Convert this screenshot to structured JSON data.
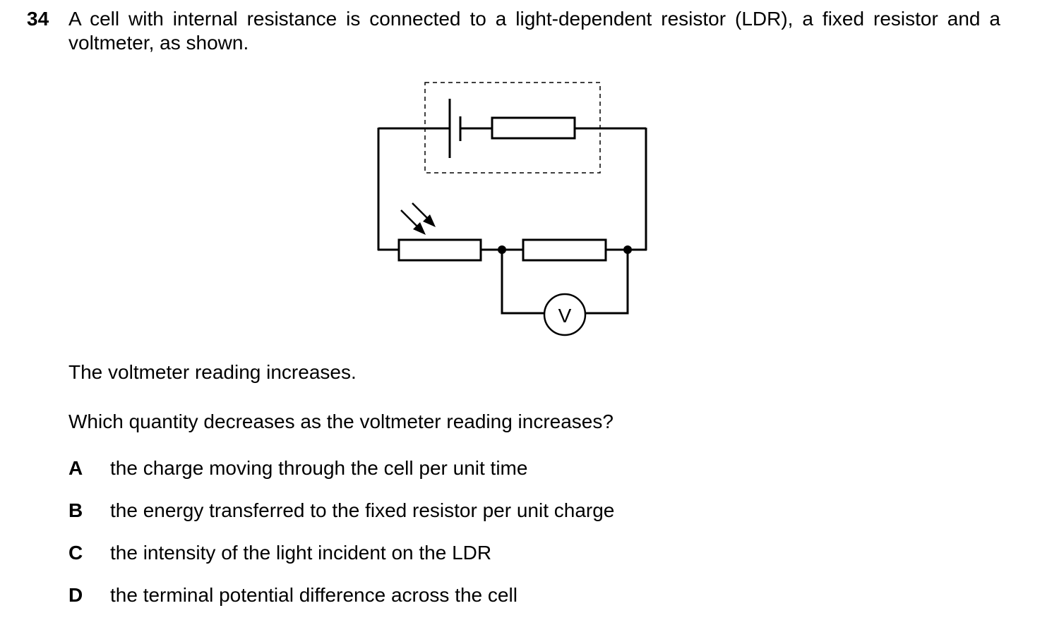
{
  "question": {
    "number": "34",
    "stem": "A cell with internal resistance is connected to a light-dependent resistor (LDR), a fixed resistor and a voltmeter, as shown.",
    "observation": "The voltmeter reading increases.",
    "prompt": "Which quantity decreases as the voltmeter reading increases?"
  },
  "diagram": {
    "voltmeter_label": "V"
  },
  "options": [
    {
      "letter": "A",
      "text": "the charge moving through the cell per unit time"
    },
    {
      "letter": "B",
      "text": "the energy transferred to the fixed resistor per unit charge"
    },
    {
      "letter": "C",
      "text": "the intensity of the light incident on the LDR"
    },
    {
      "letter": "D",
      "text": "the terminal potential difference across the cell"
    }
  ]
}
